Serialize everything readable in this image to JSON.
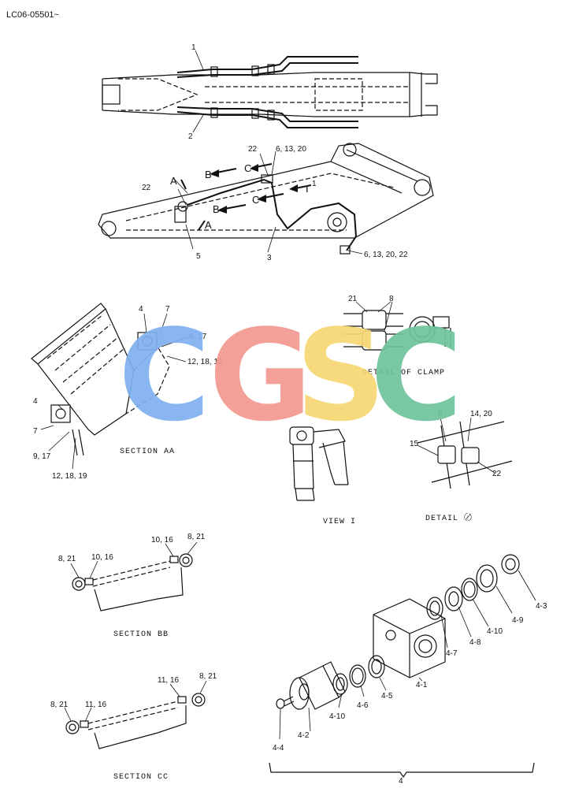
{
  "doc_code": "LC06-05501~",
  "labels": {
    "p1": "1",
    "p2": "2",
    "p3": "3",
    "p5": "5",
    "p22a": "22",
    "p22b": "22",
    "p6_13_20": "6, 13, 20",
    "p6_13_20_22": "6, 13, 20, 22",
    "sec_a1": "A",
    "sec_a2": "A",
    "sec_b1": "B",
    "sec_b2": "B",
    "sec_c1": "C",
    "sec_c2": "C",
    "view_i": "I",
    "view_i_sup": "1",
    "aa_4a": "4",
    "aa_7a": "7",
    "aa_9_17a": "9, 17",
    "aa_12a": "12, 18, 19",
    "aa_4b": "4",
    "aa_7b": "7",
    "aa_9_17b": "9, 17",
    "aa_12b": "12, 18, 19",
    "clamp_21": "21",
    "clamp_8": "8",
    "det_6": "6",
    "det_14_20": "14, 20",
    "det_15": "15",
    "det_22": "22",
    "bb_8_21a": "8, 21",
    "bb_10_16a": "10, 16",
    "bb_10_16b": "10, 16",
    "bb_8_21b": "8, 21",
    "cc_11_16a": "11, 16",
    "cc_8_21a": "8, 21",
    "cc_8_21b": "8, 21",
    "cc_11_16b": "11, 16",
    "k4_1": "4-1",
    "k4_2": "4-2",
    "k4_3": "4-3",
    "k4_4": "4-4",
    "k4_5": "4-5",
    "k4_6": "4-6",
    "k4_7": "4-7",
    "k4_8": "4-8",
    "k4_9": "4-9",
    "k4_10a": "4-10",
    "k4_10b": "4-10",
    "k4_total": "4"
  },
  "captions": {
    "section_aa": "SECTION AA",
    "detail_clamp": "DETAIL OF CLAMP",
    "view_i": "VIEW I",
    "detail_y": "DETAIL 〄",
    "section_bb": "SECTION BB",
    "section_cc": "SECTION CC"
  },
  "watermark": {
    "letters": [
      "C",
      "G",
      "S",
      "C"
    ],
    "colors": [
      "#7fb0f0",
      "#f29a90",
      "#f7d774",
      "#6fc39c"
    ]
  }
}
